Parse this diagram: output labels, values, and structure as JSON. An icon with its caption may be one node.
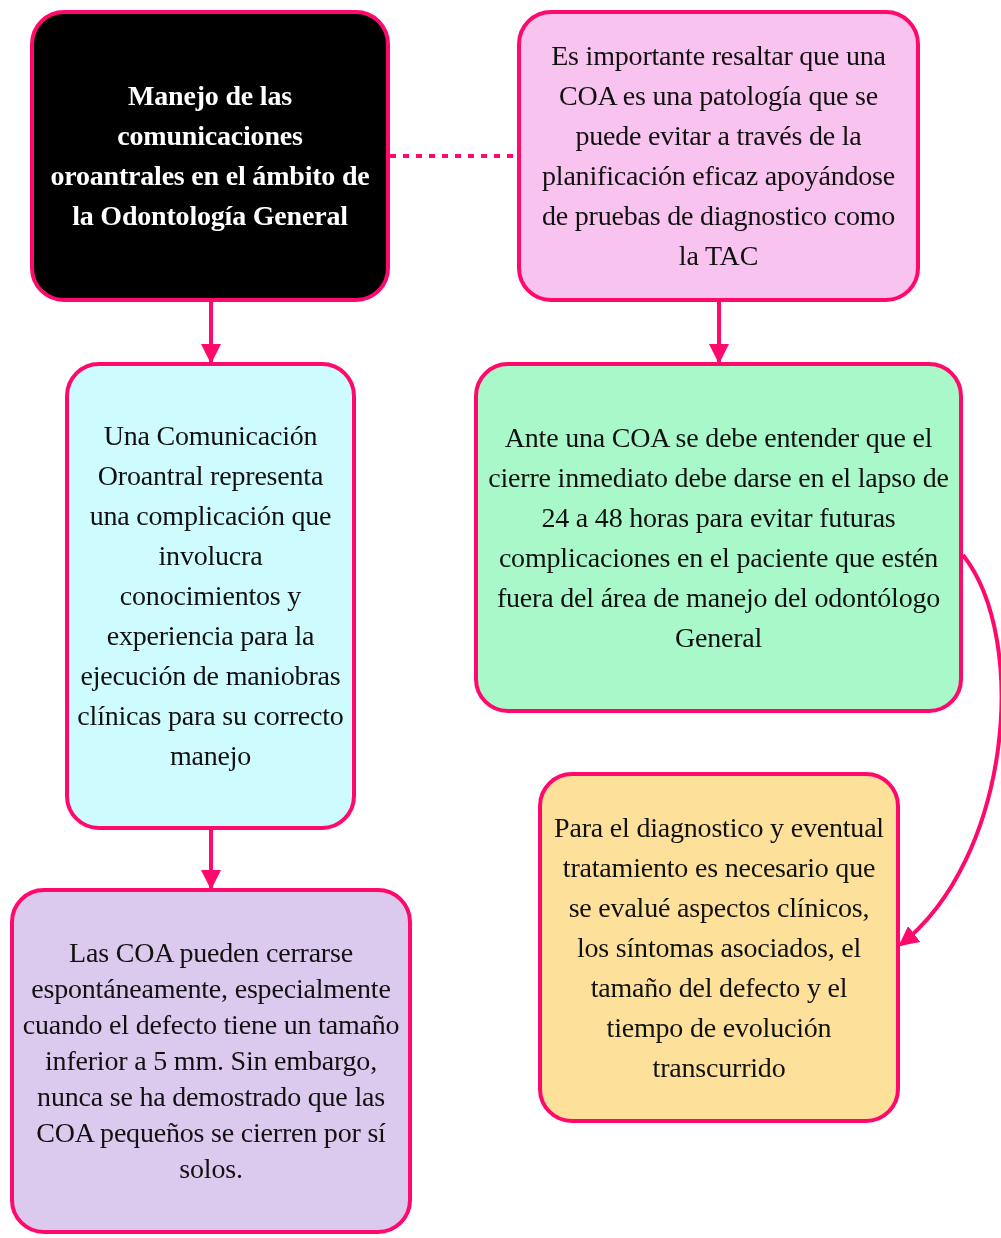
{
  "diagram": {
    "nodes": [
      {
        "text": [
          "Manejo de las comunicaciones oroantrales en el ámbito de la Odontología General"
        ]
      },
      {
        "text": [
          "Es importante resaltar que una COA es una patología que se puede evitar a través de la planificación eficaz apoyándose de pruebas de diagnostico como la TAC"
        ]
      },
      {
        "text": [
          "Una Comunicación Oroantral representa una complicación que involucra conocimientos y experiencia para la ejecución de maniobras clínicas para su correcto manejo"
        ]
      },
      {
        "text": [
          "Ante una COA se debe entender que el cierre inmediato debe darse en el lapso de 24 a 48 horas para evitar futuras complicaciones en el paciente que estén fuera del área de manejo del odontólogo General"
        ]
      },
      {
        "text": [
          "Las COA pueden cerrarse espontáneamente, especialmente cuando el defecto tiene un tamaño inferior a 5 mm. Sin embargo, nunca se ha demostrado que las COA pequeños se cierren por sí solos."
        ]
      },
      {
        "text": [
          "Para el diagnostico y eventual tratamiento es necesario que se evalué aspectos clínicos, los síntomas asociados, el tamaño del defecto y el tiempo de evolución transcurrido"
        ]
      }
    ],
    "edges": [
      {
        "from": 0,
        "to": 1,
        "arrow": "none",
        "style": "dashed"
      },
      {
        "from": 0,
        "to": 2,
        "arrow": "to"
      },
      {
        "from": 2,
        "to": 4,
        "arrow": "to"
      },
      {
        "from": 1,
        "to": 3,
        "arrow": "to"
      },
      {
        "from": 3,
        "to": 5,
        "arrow": "to"
      }
    ]
  }
}
